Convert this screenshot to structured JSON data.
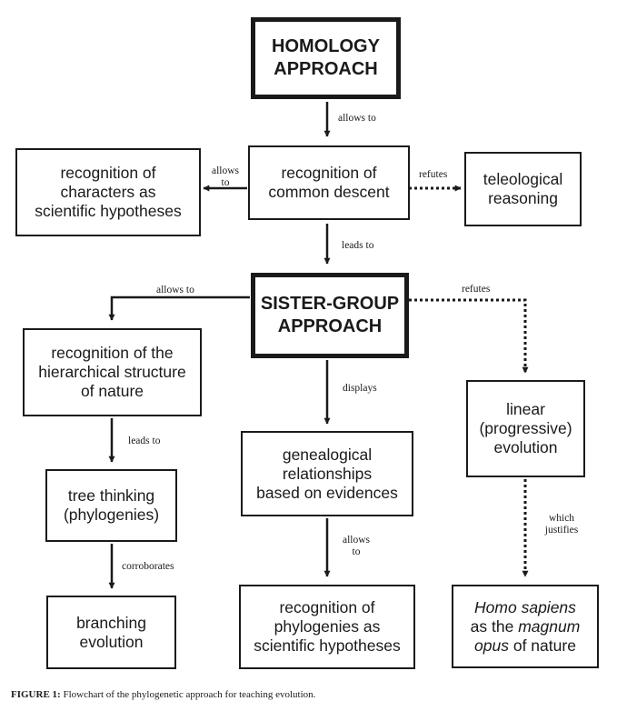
{
  "nodes": {
    "homology": {
      "lines": [
        "HOMOLOGY",
        "APPROACH"
      ]
    },
    "common_descent": {
      "lines": [
        "recognition of",
        "common descent"
      ]
    },
    "characters": {
      "lines": [
        "recognition of",
        "characters as",
        "scientific hypotheses"
      ]
    },
    "teleological": {
      "lines": [
        "teleological",
        "reasoning"
      ]
    },
    "sister_group": {
      "lines": [
        "SISTER-GROUP",
        "APPROACH"
      ]
    },
    "hierarchical": {
      "lines": [
        "recognition of the",
        "hierarchical structure",
        "of nature"
      ]
    },
    "genealogical": {
      "lines": [
        "genealogical",
        "relationships",
        "based on evidences"
      ]
    },
    "linear": {
      "lines": [
        "linear",
        "(progressive)",
        "evolution"
      ]
    },
    "tree_thinking": {
      "lines": [
        "tree thinking",
        "(phylogenies)"
      ]
    },
    "branching": {
      "lines": [
        "branching",
        "evolution"
      ]
    },
    "phylogenies_hyp": {
      "lines": [
        "recognition of",
        "phylogenies as",
        "scientific hypotheses"
      ]
    },
    "homo_sapiens": {
      "line1": "Homo sapiens",
      "line2_pre": "as the ",
      "line2_em": "magnum",
      "line3_em": "opus",
      "line3_post": " of nature"
    }
  },
  "edges": {
    "allows_to_1": "allows to",
    "allows_to_2": [
      "allows",
      "to"
    ],
    "refutes_1": "refutes",
    "leads_to_1": "leads to",
    "allows_to_3": "allows to",
    "refutes_2": "refutes",
    "displays": "displays",
    "leads_to_2": "leads to",
    "corroborates": "corroborates",
    "allows_to_4": [
      "allows",
      "to"
    ],
    "which_justifies": [
      "which",
      "justifies"
    ]
  },
  "caption": {
    "label": "FIGURE 1:",
    "text": " Flowchart of the phylogenetic approach for teaching evolution."
  }
}
